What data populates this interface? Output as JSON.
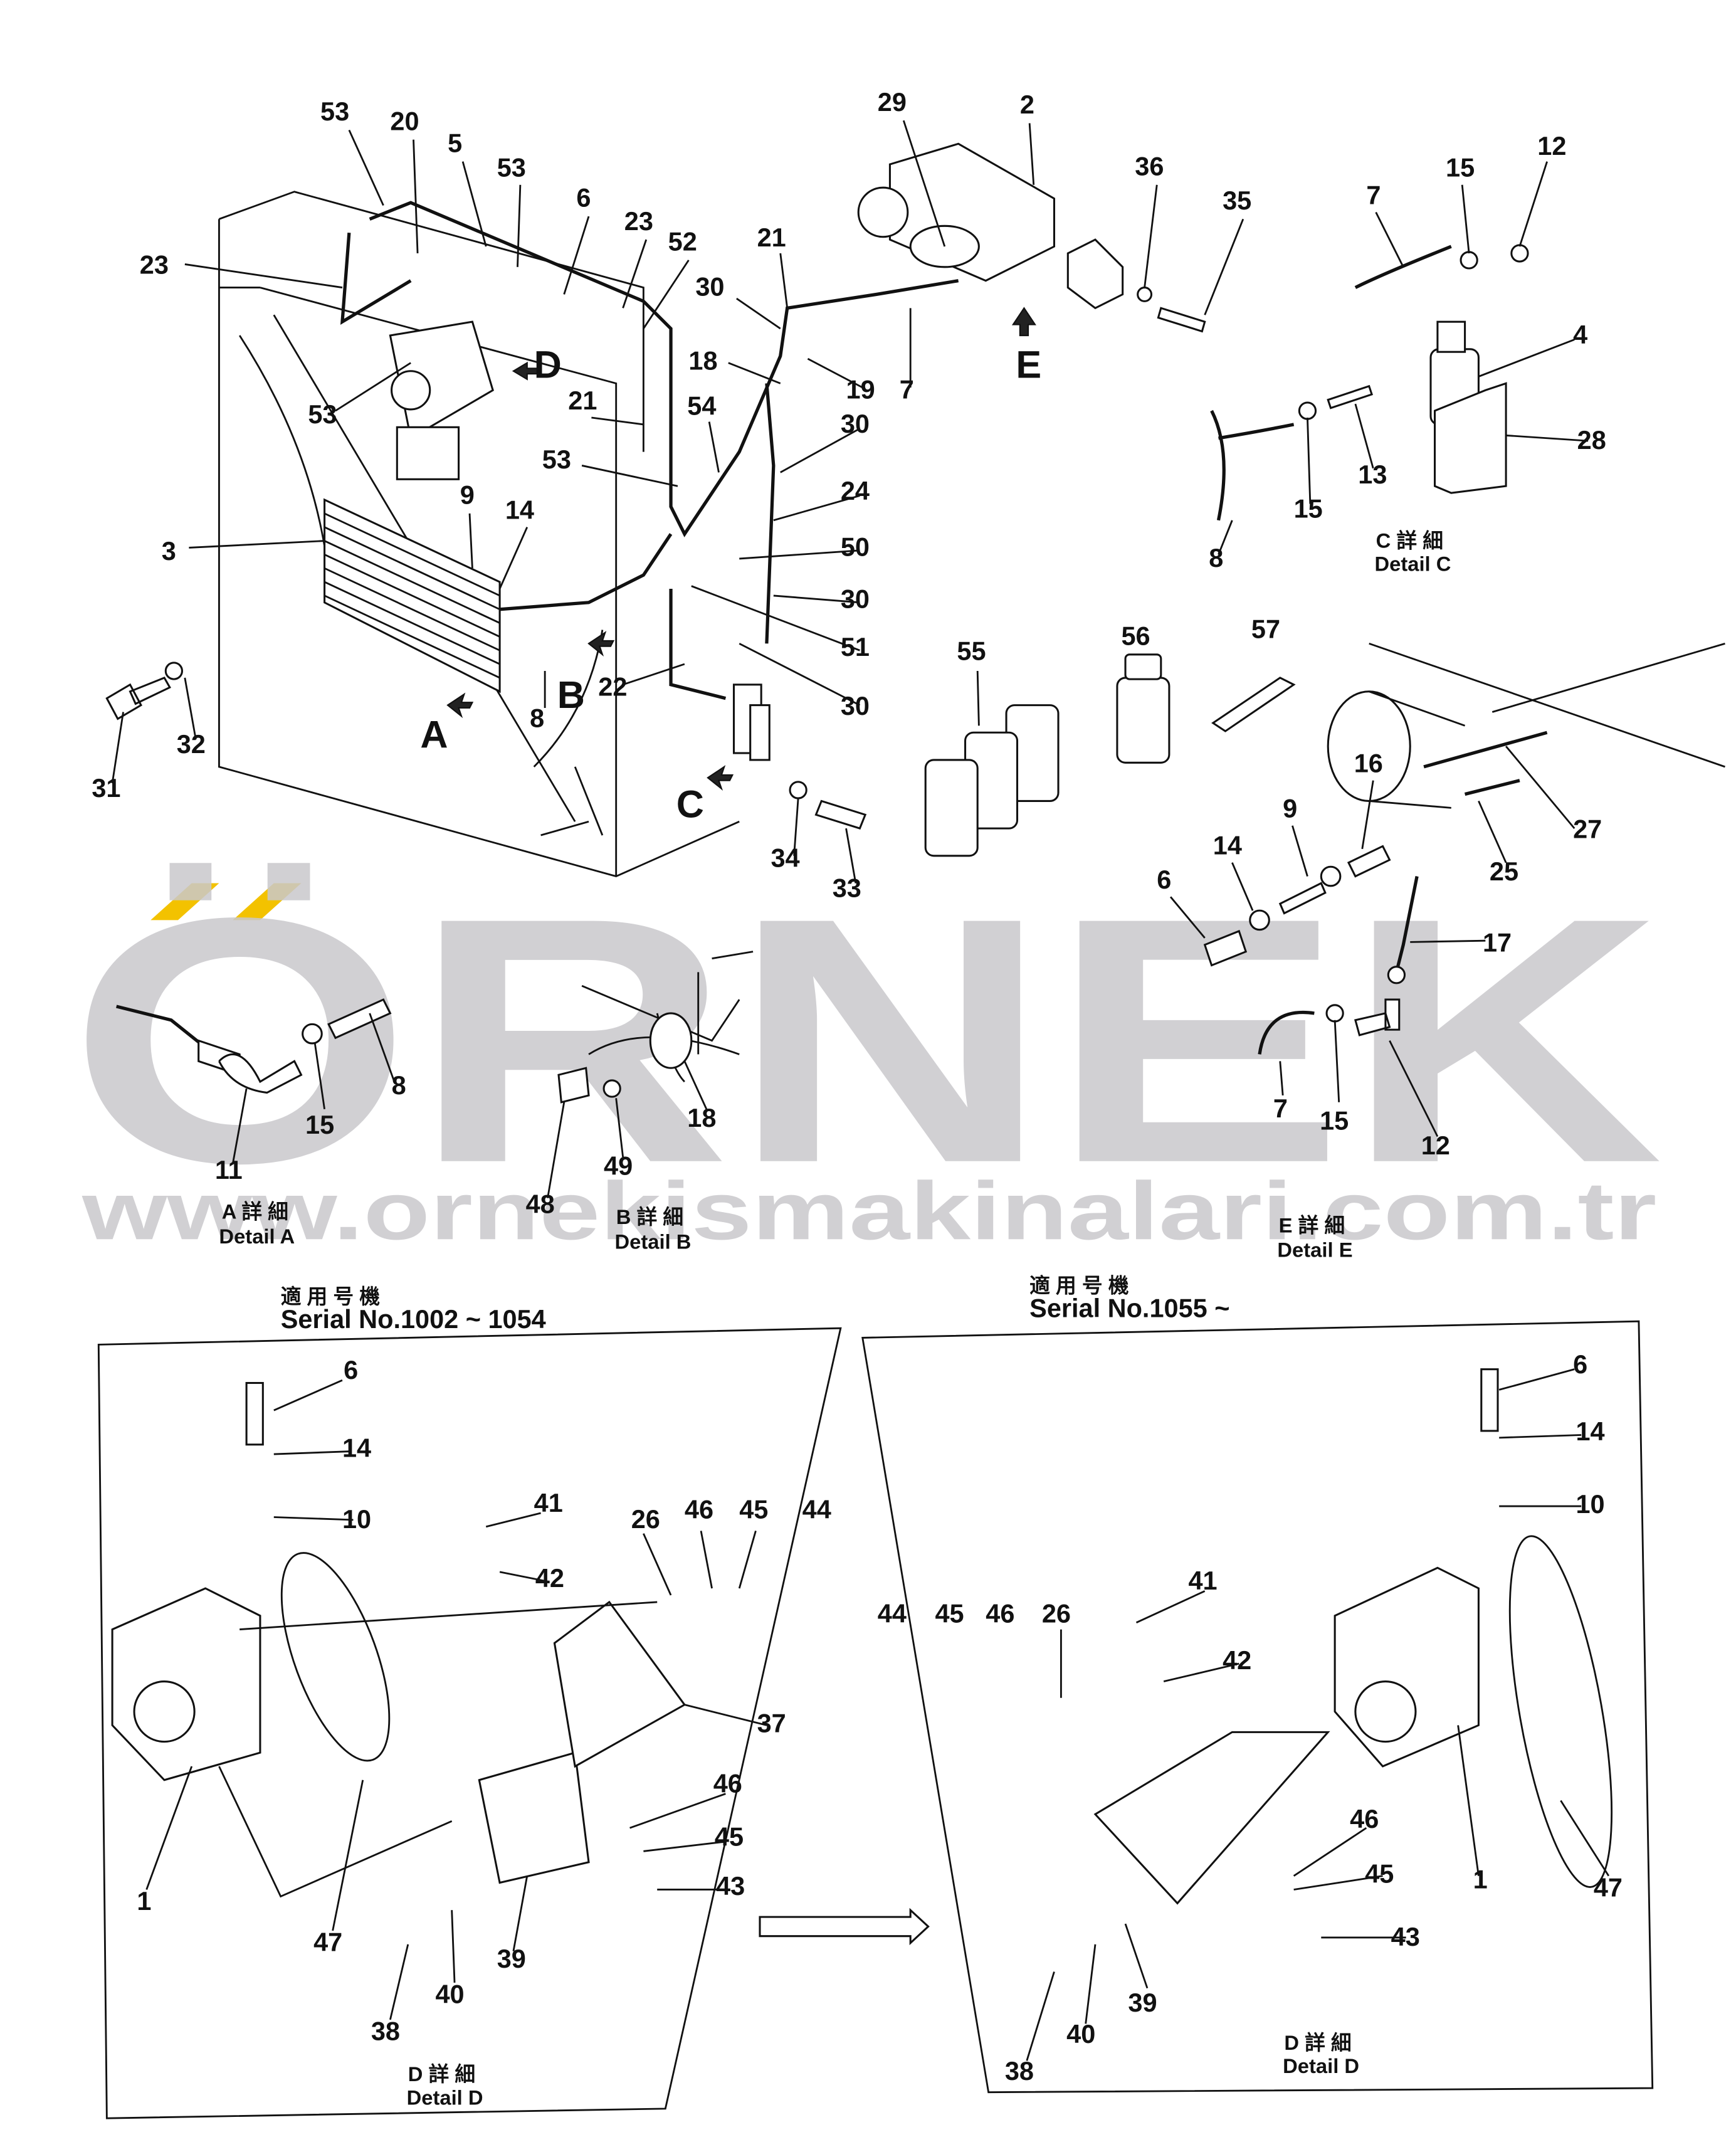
{
  "main_labels": [
    "53",
    "20",
    "5",
    "53",
    "6",
    "23",
    "52",
    "23",
    "29",
    "2",
    "36",
    "35",
    "21",
    "30",
    "18",
    "19",
    "7",
    "53",
    "21",
    "54",
    "30",
    "53",
    "24",
    "9",
    "14",
    "3",
    "50",
    "30",
    "51",
    "55",
    "56",
    "57",
    "8",
    "22",
    "30",
    "31",
    "32",
    "34",
    "33"
  ],
  "view_markers": {
    "A": "A",
    "B": "B",
    "C": "C",
    "D": "D",
    "E": "E"
  },
  "detail_c": {
    "labels": [
      "7",
      "15",
      "12",
      "4",
      "28",
      "13",
      "15",
      "8"
    ],
    "caption_jp": "C 詳 細",
    "caption_en": "Detail C"
  },
  "detail_e": {
    "labels": [
      "16",
      "9",
      "14",
      "6",
      "27",
      "25",
      "17",
      "7",
      "15",
      "12"
    ],
    "caption_jp": "E 詳 細",
    "caption_en": "Detail E"
  },
  "detail_a": {
    "labels": [
      "15",
      "8",
      "11"
    ],
    "caption_jp": "A 詳 細",
    "caption_en": "Detail A"
  },
  "detail_b": {
    "labels": [
      "18",
      "49",
      "48"
    ],
    "caption_jp": "B 詳 細",
    "caption_en": "Detail B"
  },
  "detail_d_old": {
    "serial_jp": "適 用 号 機",
    "serial": "Serial No.1002 ~ 1054",
    "labels": [
      "6",
      "14",
      "10",
      "41",
      "26",
      "46",
      "45",
      "44",
      "42",
      "37",
      "46",
      "45",
      "43",
      "1",
      "47",
      "38",
      "40",
      "39"
    ],
    "caption_jp": "D 詳 細",
    "caption_en": "Detail D"
  },
  "detail_d_new": {
    "serial_jp": "適 用 号 機",
    "serial": "Serial No.1055 ~",
    "labels": [
      "6",
      "14",
      "10",
      "41",
      "44",
      "45",
      "46",
      "26",
      "42",
      "46",
      "45",
      "43",
      "47",
      "1",
      "39",
      "40",
      "38"
    ],
    "caption_jp": "D 詳 細",
    "caption_en": "Detail D"
  },
  "watermark": {
    "brand": "ÖRNEK",
    "url": "www.ornekismakinalari.com.tr",
    "accent": "#f3c200"
  }
}
